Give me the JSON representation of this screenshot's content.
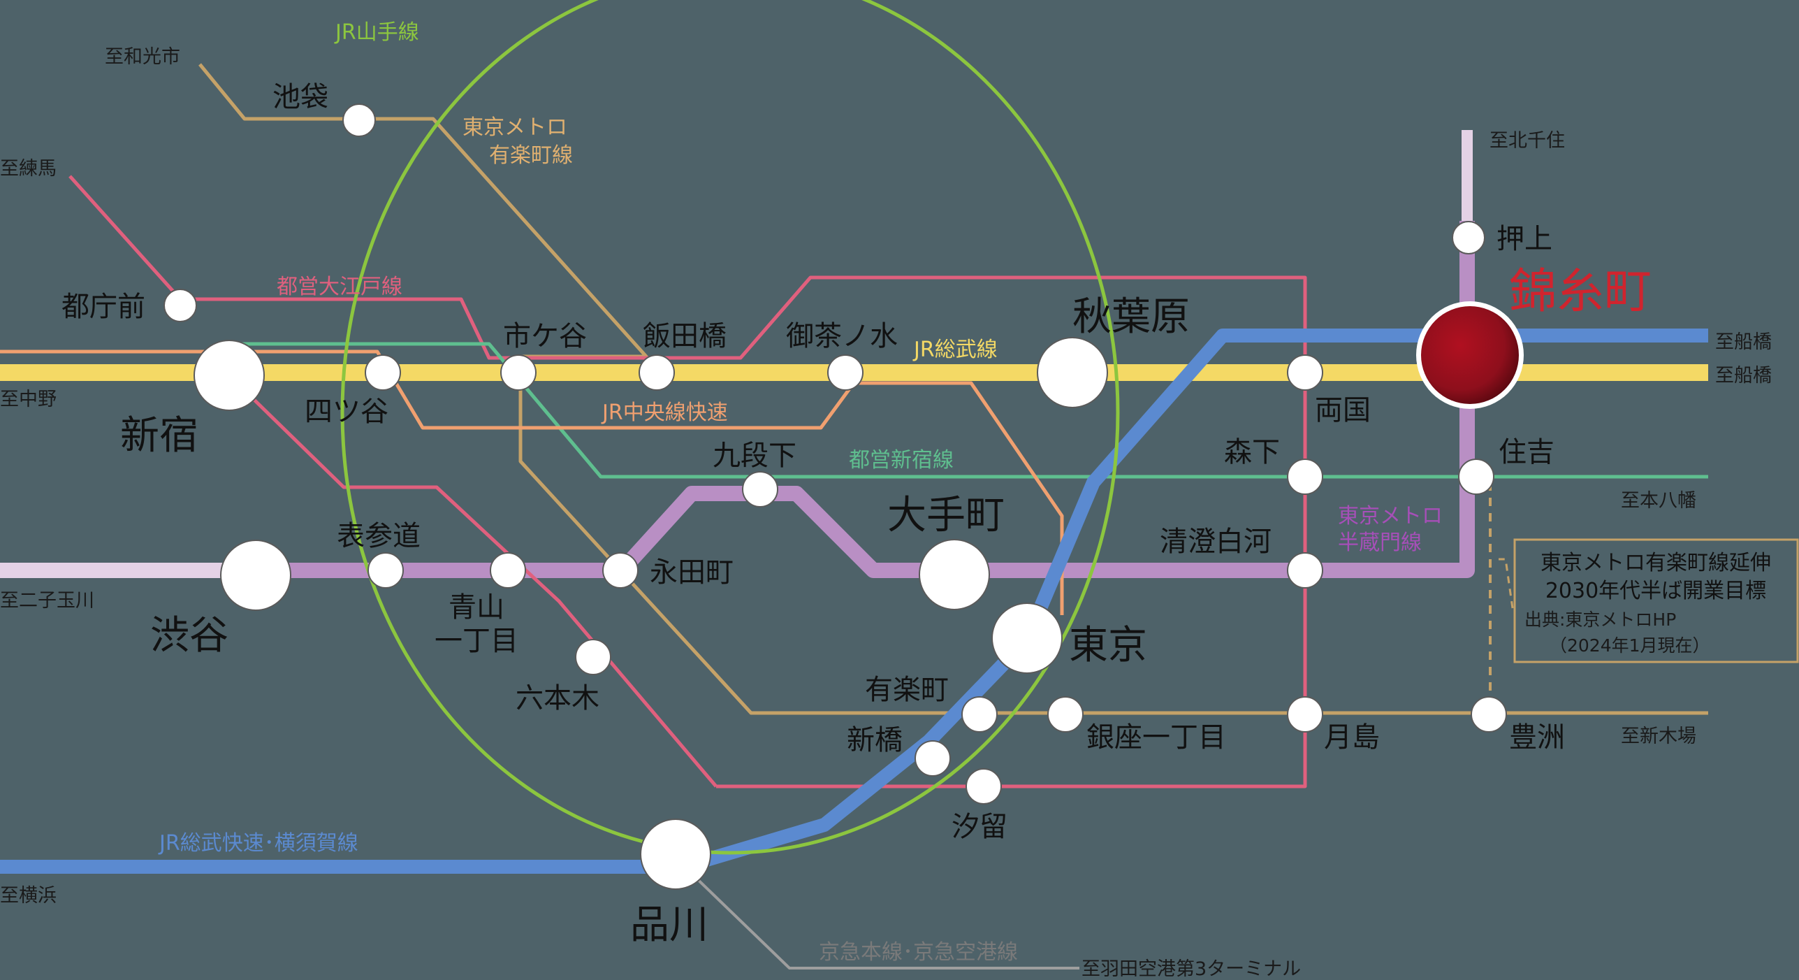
{
  "colors": {
    "background": "#4e6269",
    "yamanote": "#8cc63f",
    "sobu": "#f4d965",
    "chuo_rapid": "#f0a070",
    "oedo": "#e0607e",
    "shinjuku_line": "#5fbf8f",
    "hanzomon": "#b98fc4",
    "yurakucho": "#c5a268",
    "sobu_rapid": "#5b8ad0",
    "keikyu": "#9e9e9e",
    "target_station": "#8e0f1c"
  },
  "lines": {
    "yamanote": "JR山手線",
    "yurakucho": "東京メトロ\n有楽町線",
    "oedo": "都営大江戸線",
    "sobu": "JR総武線",
    "chuo_rapid": "JR中央線快速",
    "shinjuku_line": "都営新宿線",
    "hanzomon": "東京メトロ\n半蔵門線",
    "sobu_rapid": "JR総武快速･横須賀線",
    "keikyu": "京急本線･京急空港線"
  },
  "directions": {
    "wakoshi": "至和光市",
    "nerima": "至練馬",
    "nakano": "至中野",
    "futakotamagawa": "至二子玉川",
    "yokohama": "至横浜",
    "kitasenju": "至北千住",
    "funabashi_1": "至船橋",
    "funabashi_2": "至船橋",
    "motoyawata": "至本八幡",
    "shinkiba": "至新木場",
    "haneda": "至羽田空港第3ターミナル"
  },
  "stations": {
    "ikebukuro": "池袋",
    "tochomae": "都庁前",
    "shinjuku": "新宿",
    "yotsuya": "四ツ谷",
    "ichigaya": "市ケ谷",
    "iidabashi": "飯田橋",
    "ochanomizu": "御茶ノ水",
    "akihabara": "秋葉原",
    "ryogoku": "両国",
    "oshiage": "押上",
    "kinshicho": "錦糸町",
    "sumiyoshi": "住吉",
    "morishita": "森下",
    "kudanshita": "九段下",
    "otemachi": "大手町",
    "kiyosumi": "清澄白河",
    "omotesando": "表参道",
    "shibuya": "渋谷",
    "aoyama": "青山\n一丁目",
    "nagatacho": "永田町",
    "roppongi": "六本木",
    "tokyo": "東京",
    "yurakucho": "有楽町",
    "shimbashi": "新橋",
    "ginza1": "銀座一丁目",
    "tsukishima": "月島",
    "toyosu": "豊洲",
    "shiodome": "汐留",
    "shinagawa": "品川"
  },
  "note": {
    "line1": "東京メトロ有楽町線延伸",
    "line2": "2030年代半ば開業目標",
    "source1": "出典:東京メトロHP",
    "source2": "（2024年1月現在）"
  }
}
